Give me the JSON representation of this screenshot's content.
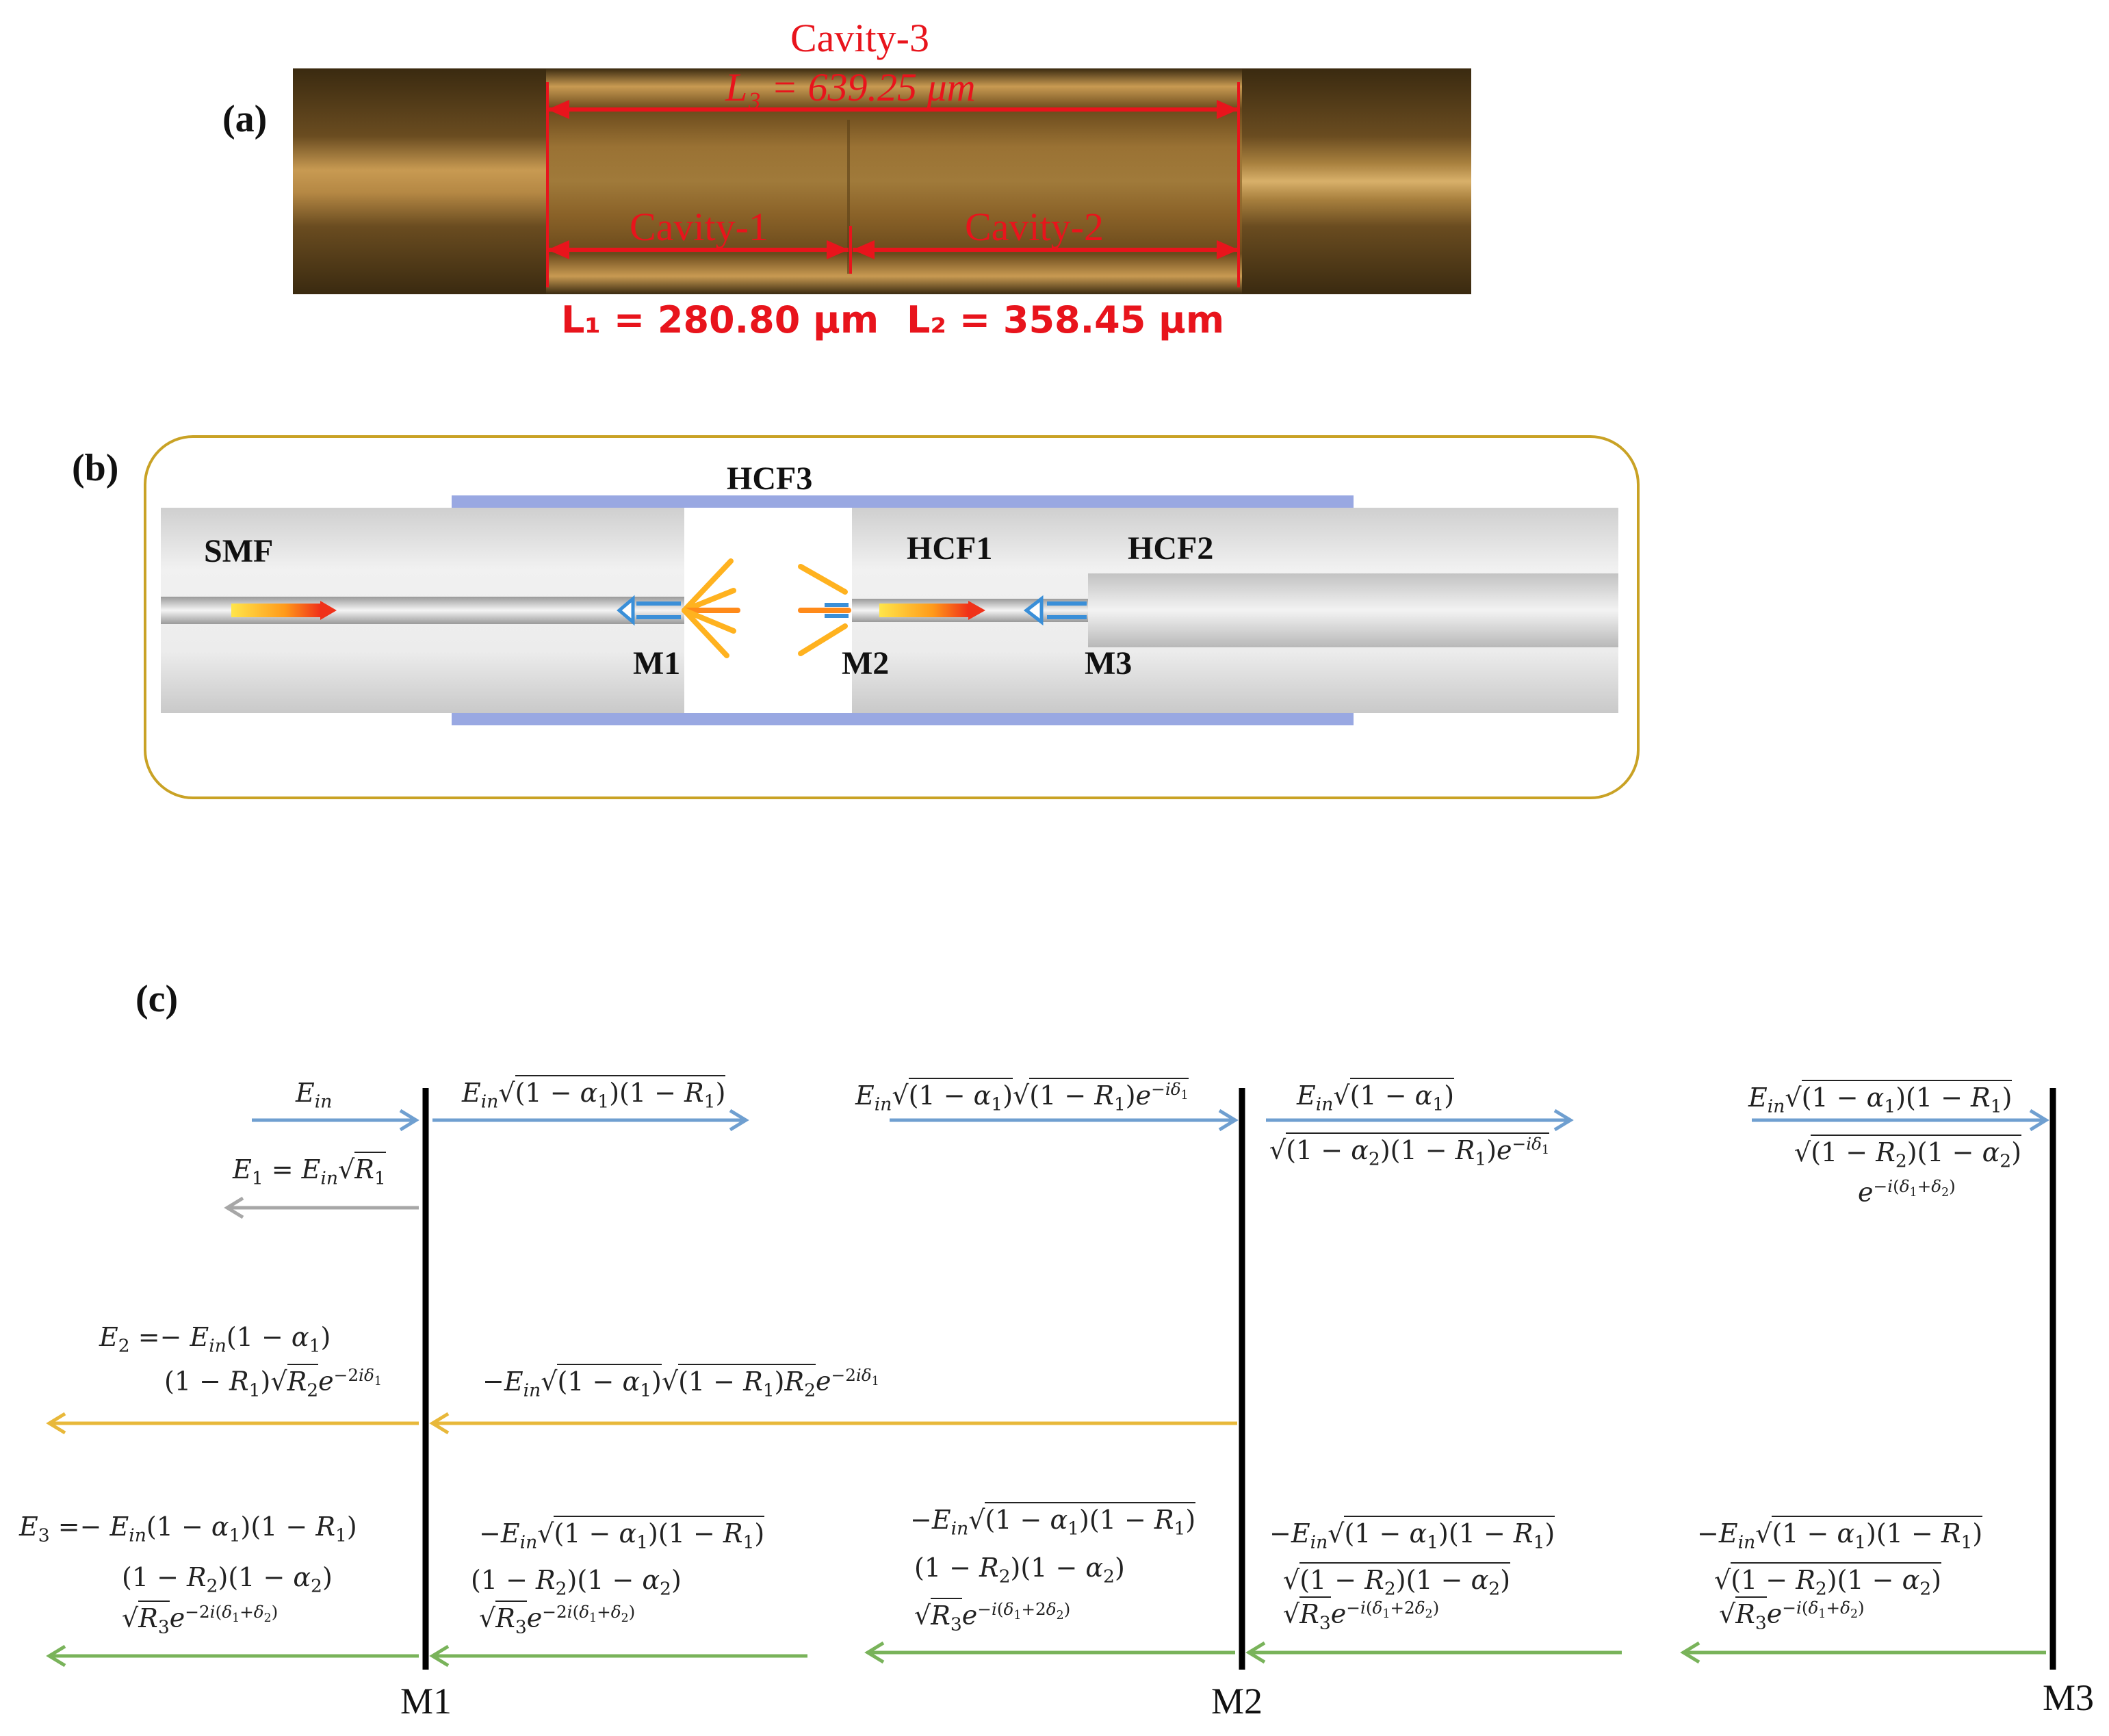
{
  "panel_a": {
    "label": "(a)",
    "cavity3": "Cavity-3",
    "l3": "L₃ = 639.25 μm",
    "cavity1": "Cavity-1",
    "cavity2": "Cavity-2",
    "l1": "L₁ = 280.80 μm",
    "l2": "L₂ = 358.45 μm"
  },
  "panel_b": {
    "label": "(b)",
    "hcf3": "HCF3",
    "smf": "SMF",
    "hcf1": "HCF1",
    "hcf2": "HCF2",
    "m1": "M1",
    "m2": "M2",
    "m3": "M3"
  },
  "panel_c": {
    "label": "(c)",
    "m1": "M1",
    "m2": "M2",
    "m3": "M3",
    "colors": {
      "blue": "#6f9fd0",
      "gray": "#a7a7a7",
      "yellow": "#e8b83a",
      "green": "#79b35a"
    }
  }
}
